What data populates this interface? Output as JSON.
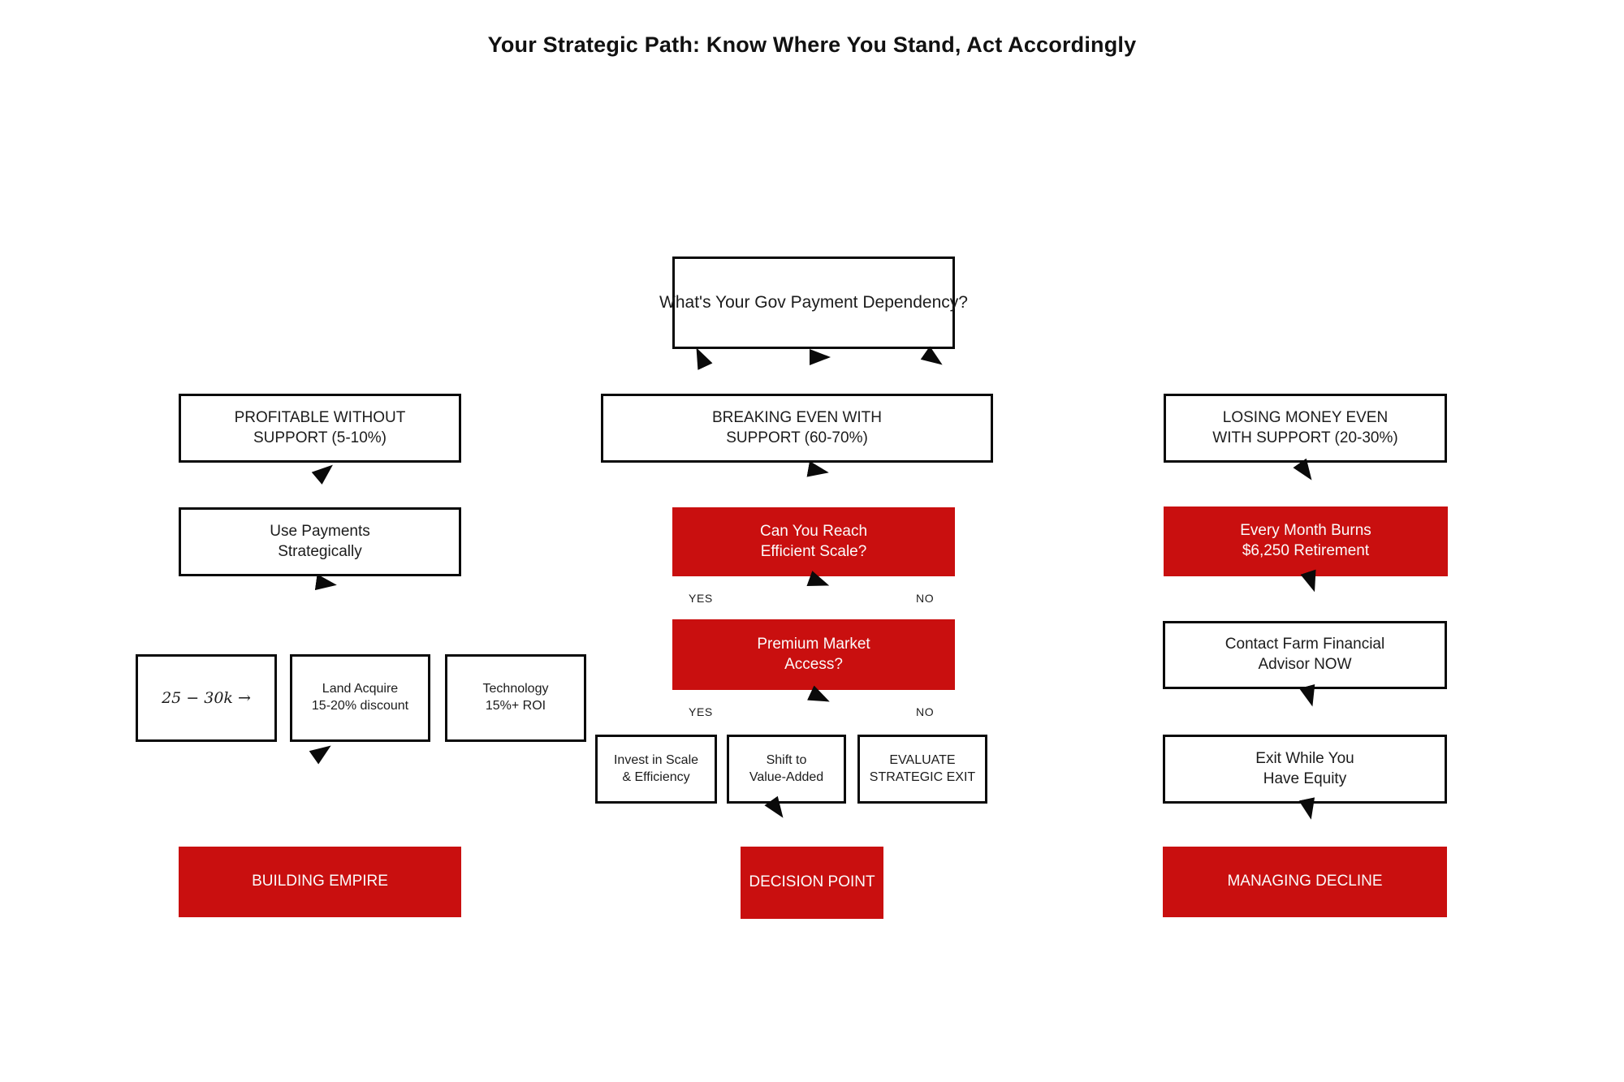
{
  "title": "Your Strategic Path: Know Where You Stand, Act Accordingly",
  "colors": {
    "accent_red": "#C90F0F",
    "box_border": "#0A0A0A",
    "text_dark": "#1C1C1C",
    "text_light": "#FFFFFF",
    "background": "#FFFFFF"
  },
  "icons": {
    "arrowhead": "black-triangle-pointer"
  },
  "nodes": {
    "root": "What's Your Gov Payment Dependency?",
    "left": {
      "status": "PROFITABLE WITHOUT\nSUPPORT (5-10%)",
      "action": "Use Payments\nStrategically",
      "options": [
        "25 − 30k →",
        "Land Acquire\n15-20% discount",
        "Technology\n15%+ ROI"
      ],
      "outcome": "BUILDING EMPIRE"
    },
    "middle": {
      "status": "BREAKING EVEN WITH\nSUPPORT (60-70%)",
      "question_scale": "Can You Reach\nEfficient Scale?",
      "question_premium": "Premium Market\nAccess?",
      "yes": "YES",
      "no": "NO",
      "options": [
        "Invest in Scale\n& Efficiency",
        "Shift to\nValue-Added",
        "EVALUATE\nSTRATEGIC EXIT"
      ],
      "outcome": "DECISION POINT"
    },
    "right": {
      "status": "LOSING MONEY EVEN\nWITH SUPPORT (20-30%)",
      "warning": "Every Month Burns\n$6,250 Retirement",
      "action_advisor": "Contact Farm Financial\nAdvisor NOW",
      "action_exit": "Exit While You\nHave Equity",
      "outcome": "MANAGING DECLINE"
    }
  }
}
